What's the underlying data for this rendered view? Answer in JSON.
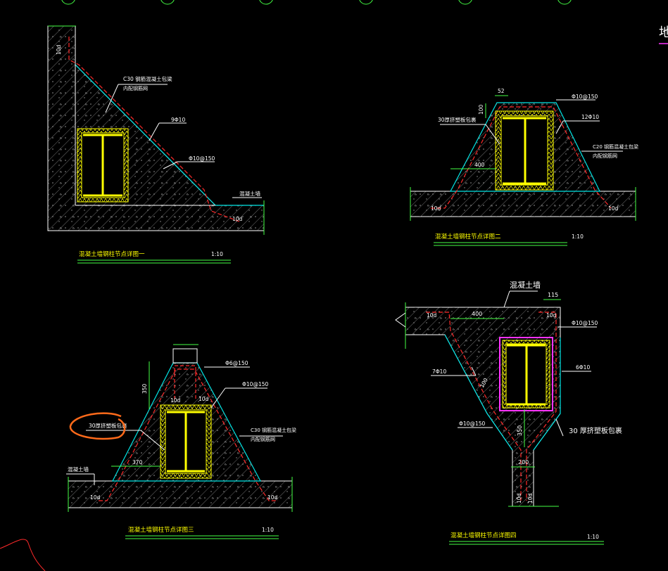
{
  "colors": {
    "background": "#000000",
    "outline": "#ffffff",
    "concrete_edge": "#00e5e5",
    "rebar": "#ff2a2a",
    "steel": "#ffff00",
    "dimension": "#44ff44",
    "wrap": "#ff33ff",
    "annotation_circle": "#ff6a1a",
    "text": "#ffffff",
    "title": "#ffff00"
  },
  "top_right_glyph": "地",
  "detail1": {
    "title": "混凝土墙钢柱节点详图一",
    "scale": "1:10",
    "labels": {
      "c30": "C30 钢筋混凝土包梁",
      "mesh": "内配钢筋网",
      "bars": "9Φ10",
      "stirrup": "Φ10@150",
      "wall": "混凝土墙",
      "anchor_top": "10d",
      "anchor_bottom": "10d"
    }
  },
  "detail2": {
    "title": "混凝土墙钢柱节点详图二",
    "scale": "1:10",
    "labels": {
      "dim_top": "52",
      "dim_side": "100",
      "board": "30厚挤塑板包裹",
      "stirrup": "Φ10@150",
      "bars": "12Φ10",
      "c20": "C20 钢筋混凝土包梁",
      "mesh": "内配钢筋网",
      "dim_400": "400",
      "anchor_left": "10d",
      "anchor_right": "10d"
    }
  },
  "detail3": {
    "title": "混凝土墙钢柱节点详图三",
    "scale": "1:10",
    "labels": {
      "stirrup_a": "Φ6@150",
      "stirrup_b": "Φ10@150",
      "dim_350": "350",
      "anchor_l": "10d",
      "anchor_r": "10d",
      "board": "30厚挤塑板包裹",
      "c30": "C30 钢筋混凝土包梁",
      "mesh": "内配钢筋网",
      "wall": "混凝土墙",
      "dim_370": "370",
      "anchor_bottom_l": "10d",
      "anchor_bottom_r": "10d"
    }
  },
  "detail4": {
    "title": "混凝土墙钢柱节点详图四",
    "scale": "1:10",
    "labels": {
      "wall": "混凝土墙",
      "dim_115": "115",
      "dim_400": "400",
      "anchor_l": "10d",
      "anchor_r": "10d",
      "stirrup_r": "Φ10@150",
      "bars_r": "6Φ10",
      "bars_l": "7Φ10",
      "dim_100": "100",
      "stirrup_l": "Φ10@150",
      "board": "30 厚挤塑板包裹",
      "dim_350": "350",
      "dim_200": "200",
      "anchor_bl": "10d",
      "anchor_br": "10d"
    }
  }
}
